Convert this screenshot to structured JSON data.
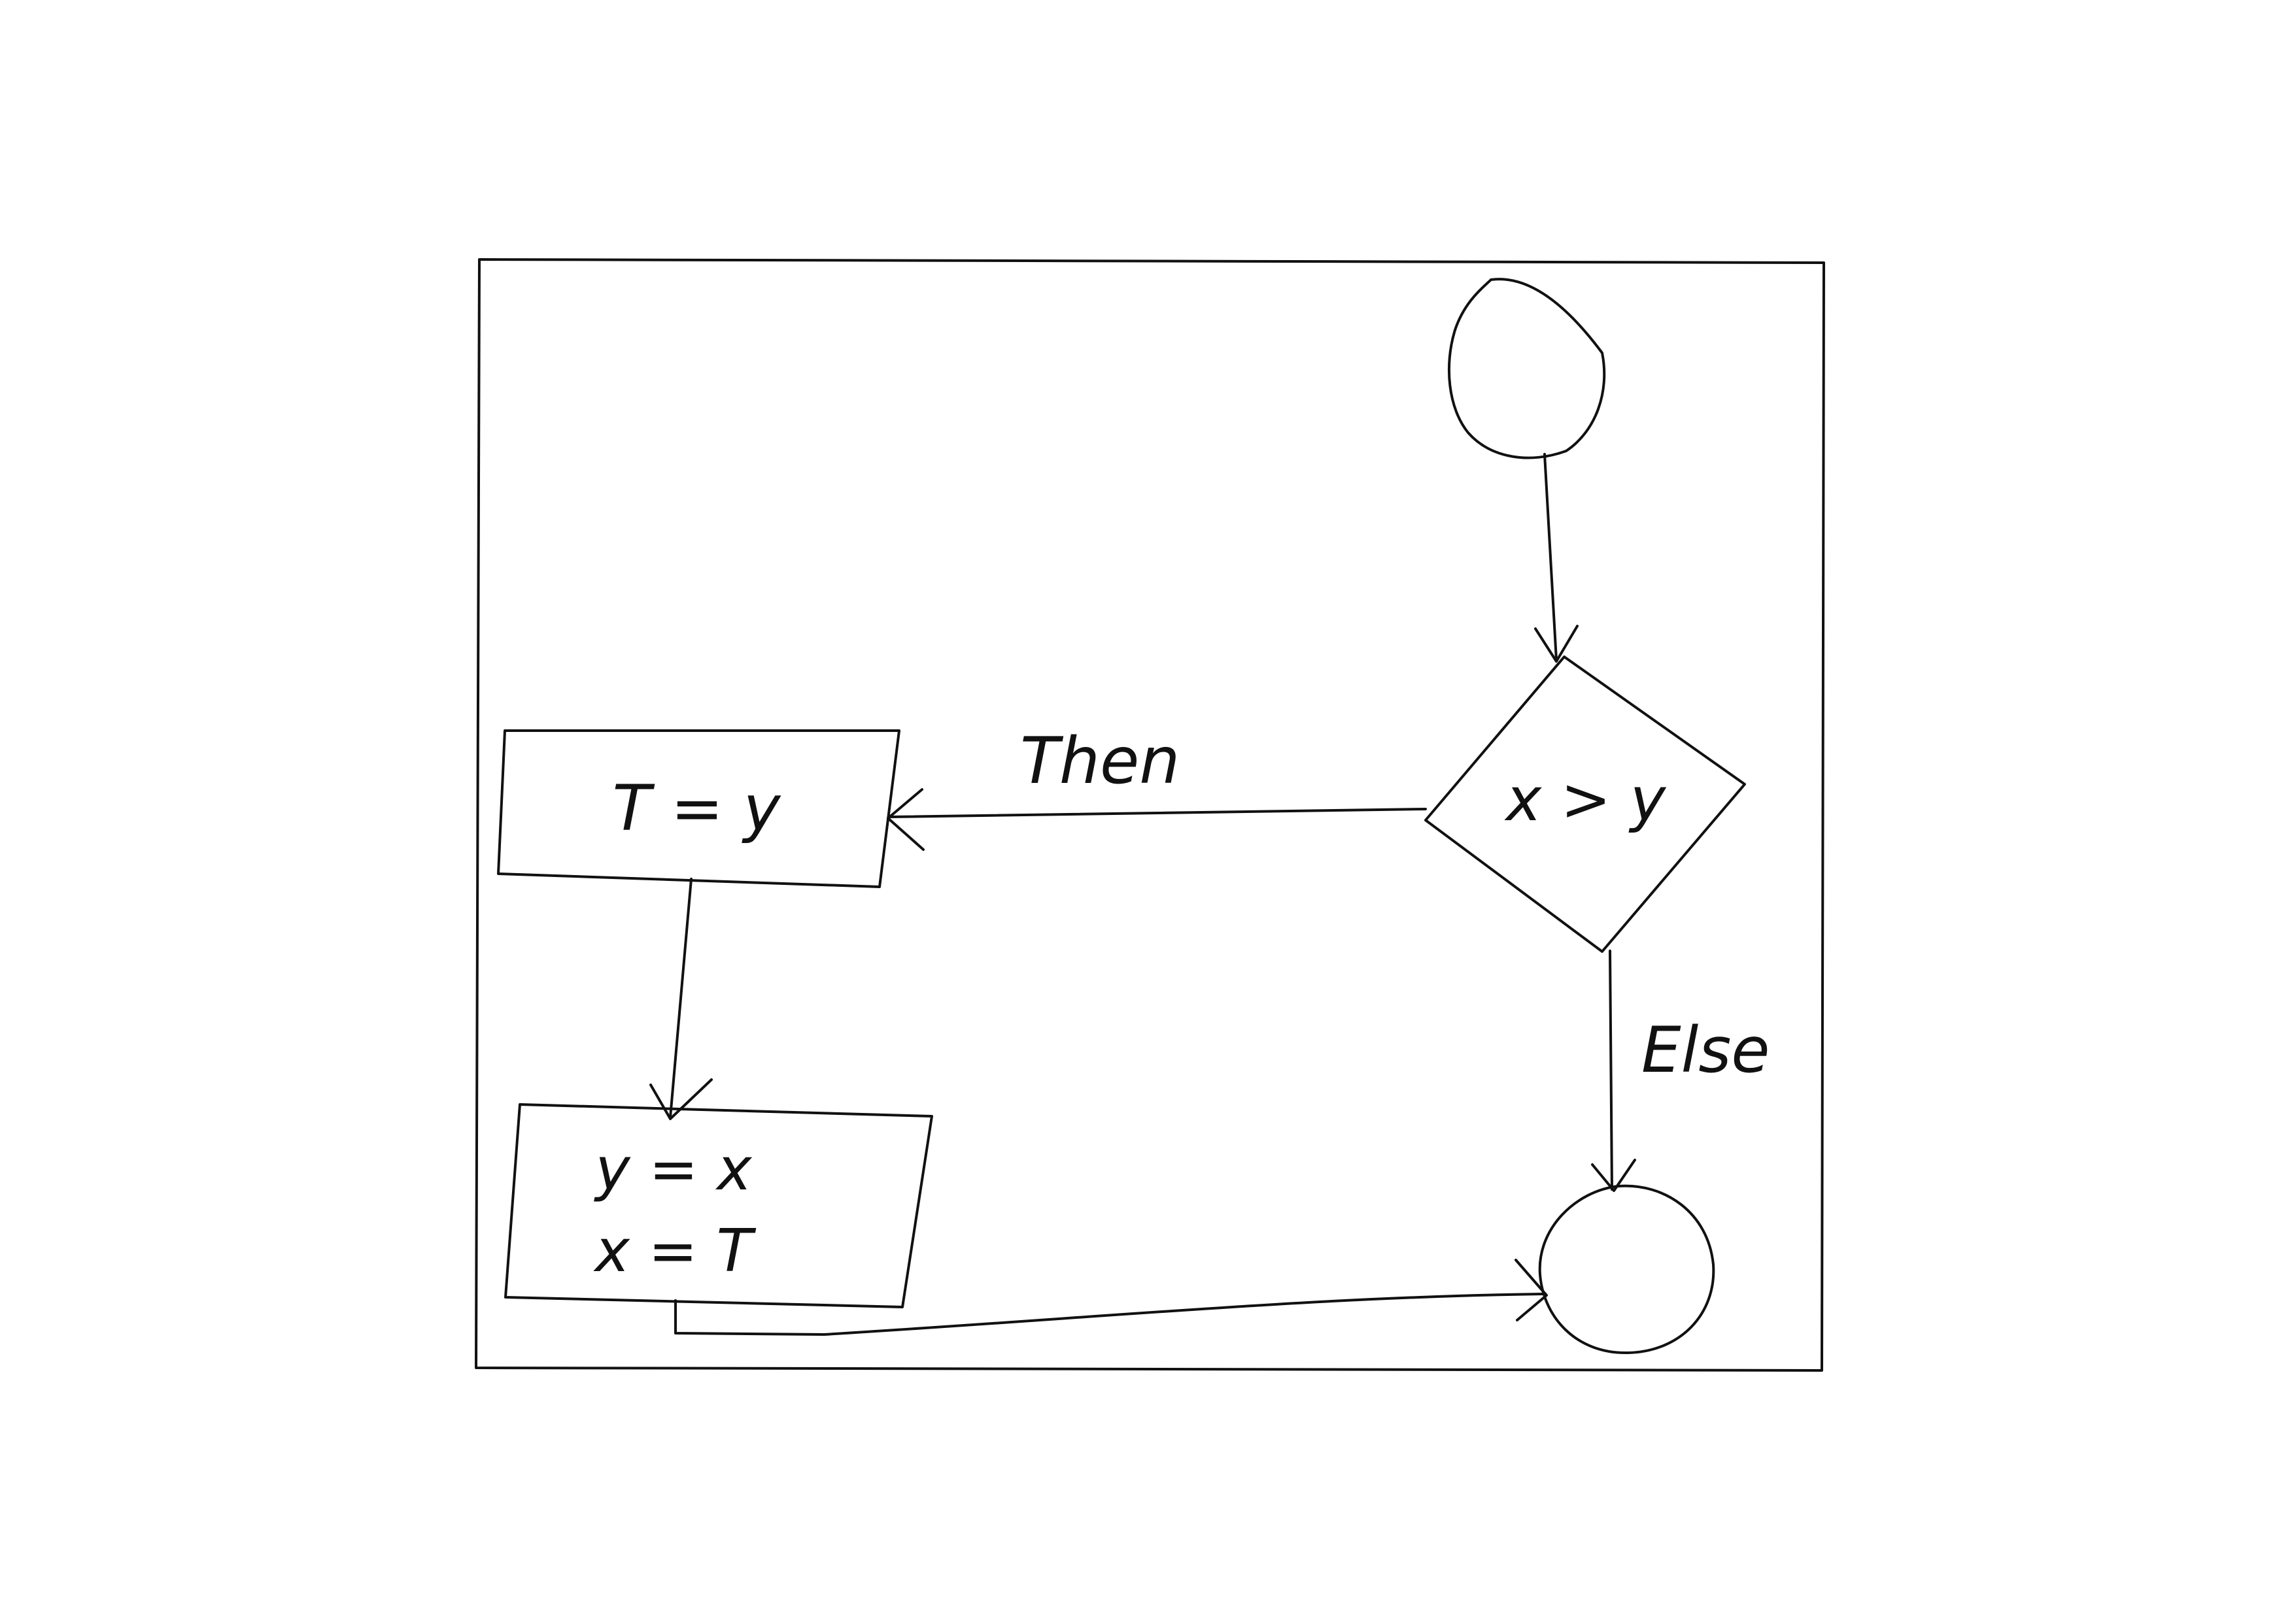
{
  "diagram": {
    "type": "flowchart",
    "nodes": {
      "start": {
        "shape": "circle",
        "label": ""
      },
      "decision": {
        "shape": "diamond",
        "label": "x > y"
      },
      "assign_t": {
        "shape": "rectangle",
        "label": "T = y"
      },
      "swap": {
        "shape": "rectangle",
        "lines": [
          "y = x",
          "x = T"
        ]
      },
      "end": {
        "shape": "circle",
        "label": ""
      }
    },
    "edges": [
      {
        "from": "start",
        "to": "decision",
        "label": ""
      },
      {
        "from": "decision",
        "to": "assign_t",
        "label": "Then"
      },
      {
        "from": "assign_t",
        "to": "swap",
        "label": ""
      },
      {
        "from": "decision",
        "to": "end",
        "label": "Else"
      },
      {
        "from": "swap",
        "to": "end",
        "label": ""
      }
    ],
    "colors": {
      "ink": "#111111",
      "paper": "#ffffff"
    }
  }
}
